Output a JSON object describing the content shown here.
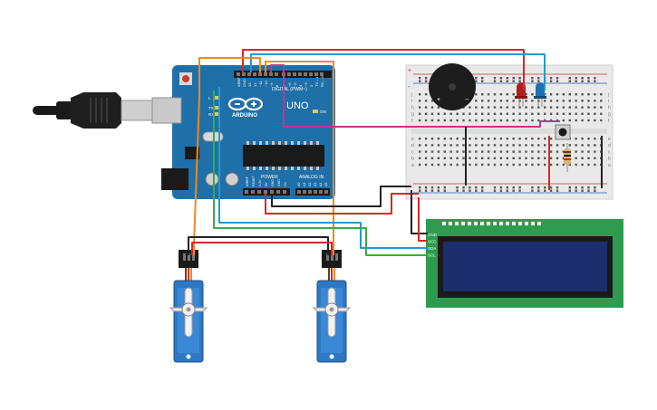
{
  "arduino": {
    "brand": "ARDUINO",
    "model": "UNO",
    "digital_header": "DIGITAL (PWM~)",
    "analog_header": "ANALOG IN",
    "power_header": "POWER",
    "digital_pins": [
      "AREF",
      "GND",
      "13",
      "12",
      "~11",
      "~10",
      "~9",
      "8",
      "7",
      "~6",
      "~5",
      "4",
      "~3",
      "2",
      "TX→1",
      "RX←0"
    ],
    "analog_pins": [
      "A0",
      "A1",
      "A2",
      "A3",
      "A4",
      "A5"
    ],
    "power_pins": [
      "IOREF",
      "RESET",
      "3.3V",
      "5V",
      "GND",
      "GND",
      "Vin"
    ],
    "led_labels": [
      "L",
      "TX",
      "RX",
      "ON"
    ]
  },
  "lcd": {
    "pin_labels": [
      "GND",
      "VCC",
      "SDA",
      "SCL"
    ]
  },
  "breadboard": {
    "row_letters_top": [
      "j",
      "i",
      "h",
      "g",
      "f"
    ],
    "row_letters_bottom": [
      "e",
      "d",
      "c",
      "b",
      "a"
    ],
    "plus": "+",
    "minus": "-"
  },
  "colors": {
    "board": "#1f6fa8",
    "red_wire": "#d62828",
    "black_wire": "#222222",
    "blue_wire": "#1f9bd1",
    "magenta_wire": "#c2368f",
    "orange_wire": "#f08a1c",
    "green_wire": "#3aa84a",
    "lcd_pcb": "#2e9b4f",
    "lcd_screen": "#1c2e6e",
    "servo": "#2f78c4"
  },
  "icons": {
    "usb": "usb-cable-icon",
    "buzzer": "piezo-buzzer-icon",
    "led_red": "red-led-icon",
    "led_blue": "blue-led-icon",
    "button": "pushbutton-icon",
    "resistor": "resistor-icon",
    "servo": "servo-motor-icon"
  }
}
